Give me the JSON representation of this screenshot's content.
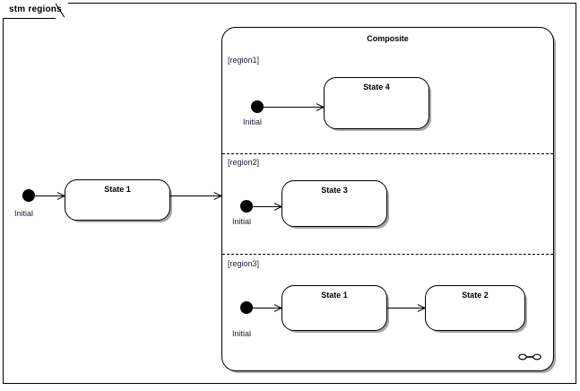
{
  "frame": {
    "title": "stm regions"
  },
  "outer": {
    "initial_label": "Initial",
    "state_label": "State 1"
  },
  "composite": {
    "name": "Composite",
    "icon": "submachine-icon",
    "regions": [
      {
        "label": "[region1]",
        "initial_label": "Initial",
        "states": [
          {
            "name": "State 4"
          }
        ]
      },
      {
        "label": "[region2]",
        "initial_label": "Initial",
        "states": [
          {
            "name": "State 3"
          }
        ]
      },
      {
        "label": "[region3]",
        "initial_label": "Initial",
        "states": [
          {
            "name": "State 1"
          },
          {
            "name": "State 2"
          }
        ]
      }
    ]
  },
  "colors": {
    "stroke": "#000000",
    "background": "#ffffff",
    "label_text": "#1a1a3a",
    "shadow": "#969696"
  }
}
